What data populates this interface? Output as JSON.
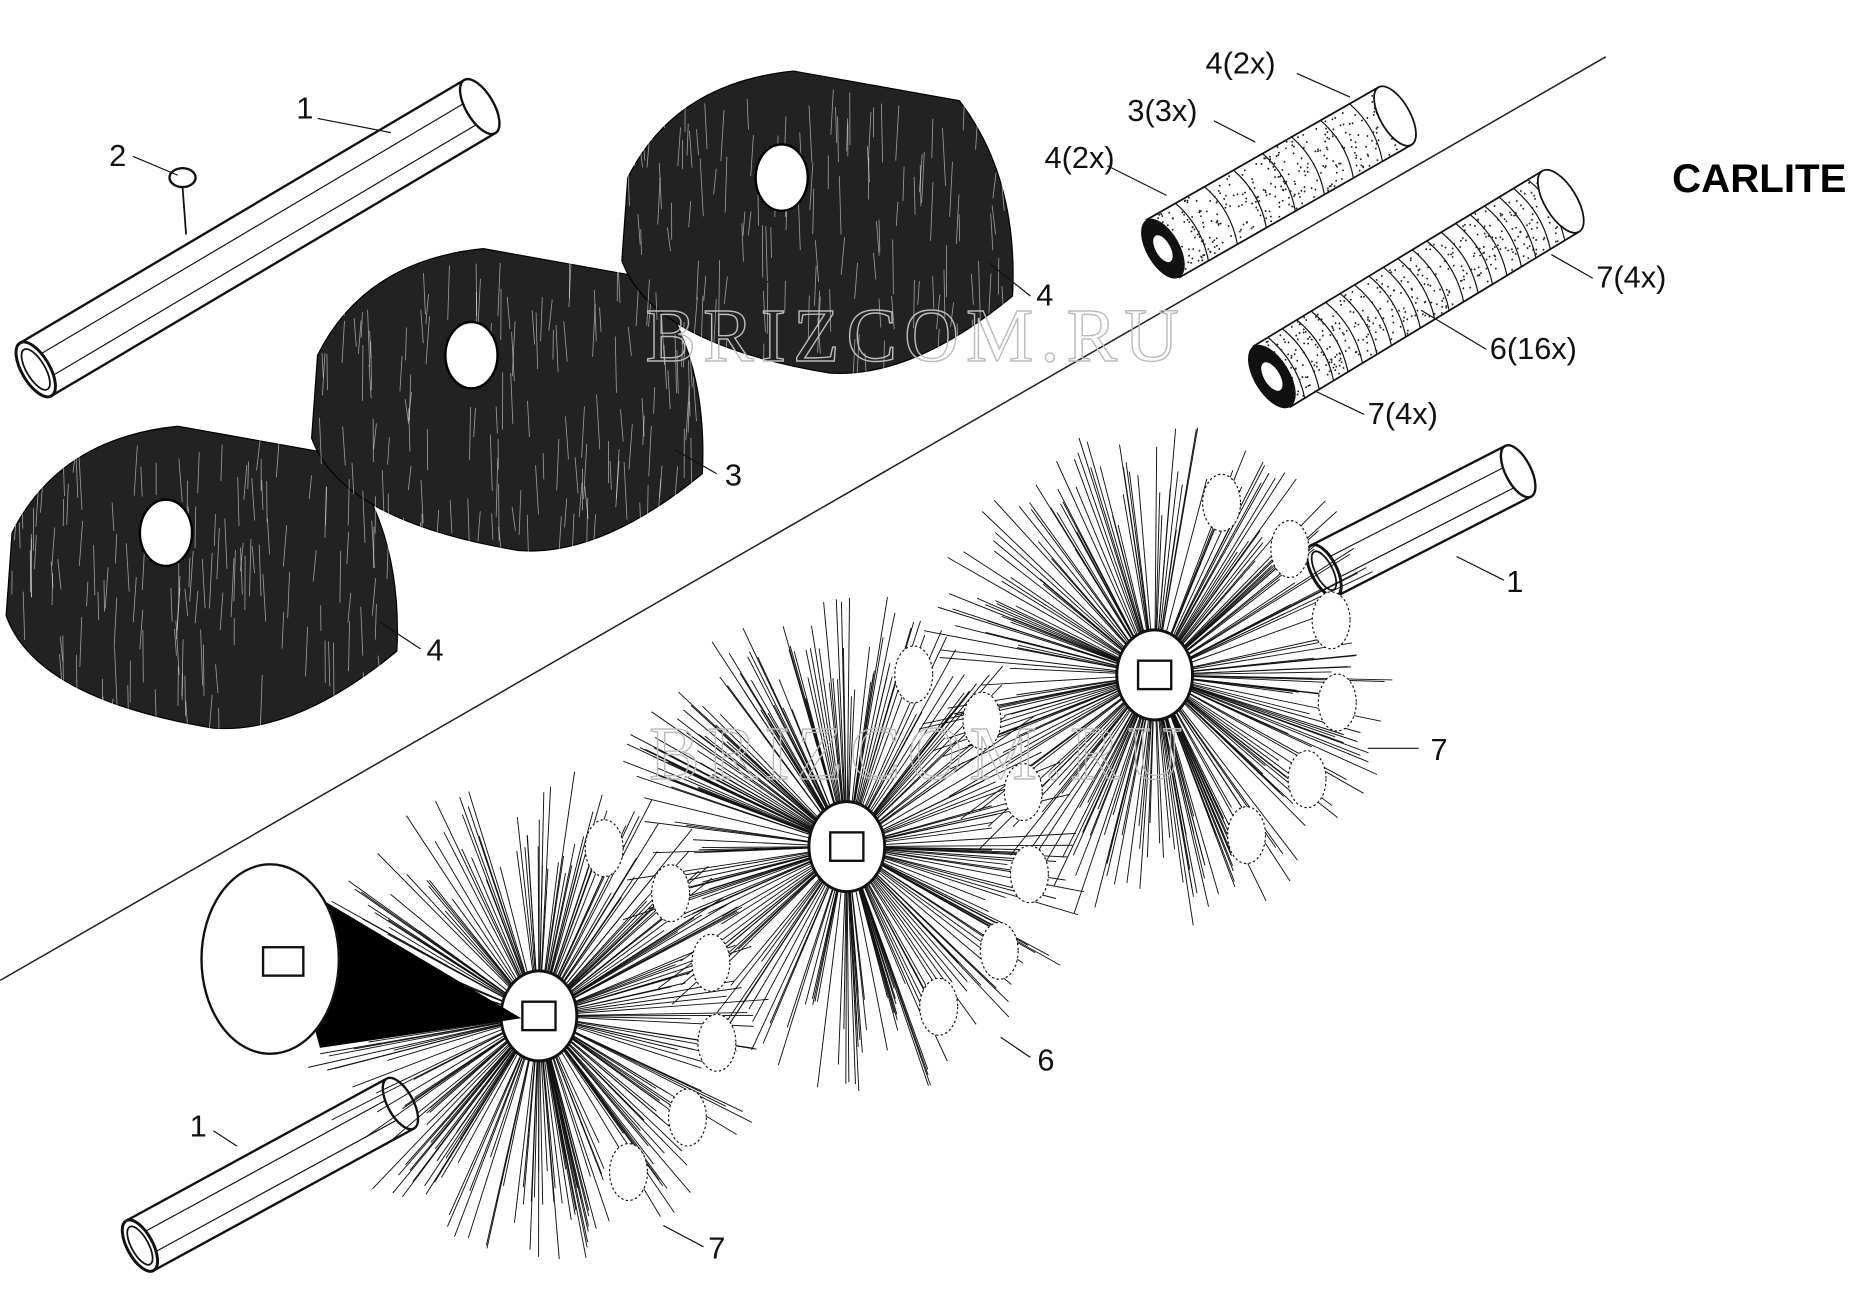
{
  "diagram": {
    "brand_label": "CARLITE",
    "watermarks": [
      "BRIZCOM.RU",
      "BRIZCOM.RU"
    ],
    "callouts": {
      "tube_top": "1",
      "screw": "2",
      "roller_a_end1": "4(2x)",
      "roller_a_mid": "3(3x)",
      "roller_a_end2": "4(2x)",
      "brush_top_right": "4",
      "brush_middle": "3",
      "brush_left": "4",
      "roller_b_end1": "7(4x)",
      "roller_b_mid": "6(16x)",
      "roller_b_end2": "7(4x)",
      "tube_right": "1",
      "radial_right": "7",
      "radial_middle": "6",
      "radial_left": "7",
      "tube_bottom": "1"
    }
  }
}
